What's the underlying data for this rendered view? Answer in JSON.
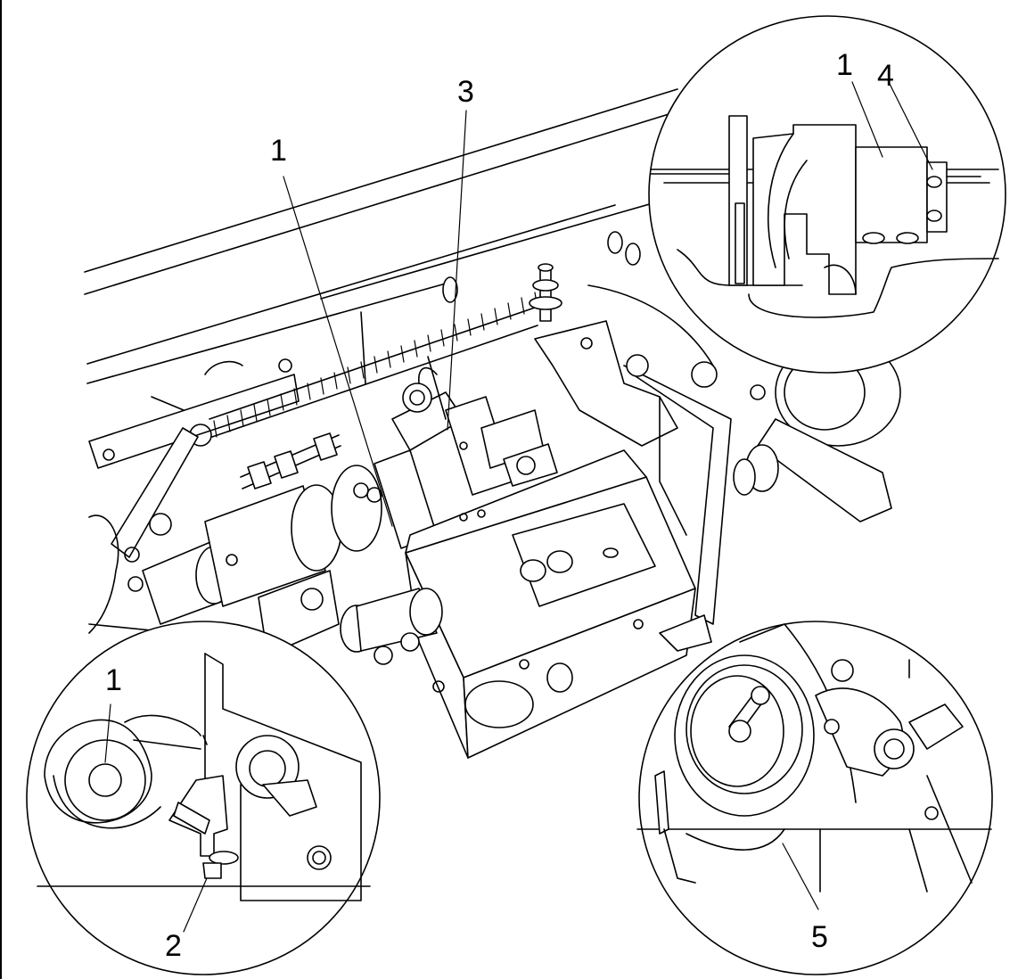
{
  "callouts": {
    "main_1": "1",
    "main_3": "3",
    "top_right_1": "1",
    "top_right_4": "4",
    "bottom_left_1": "1",
    "bottom_left_2": "2",
    "bottom_right_5": "5"
  }
}
